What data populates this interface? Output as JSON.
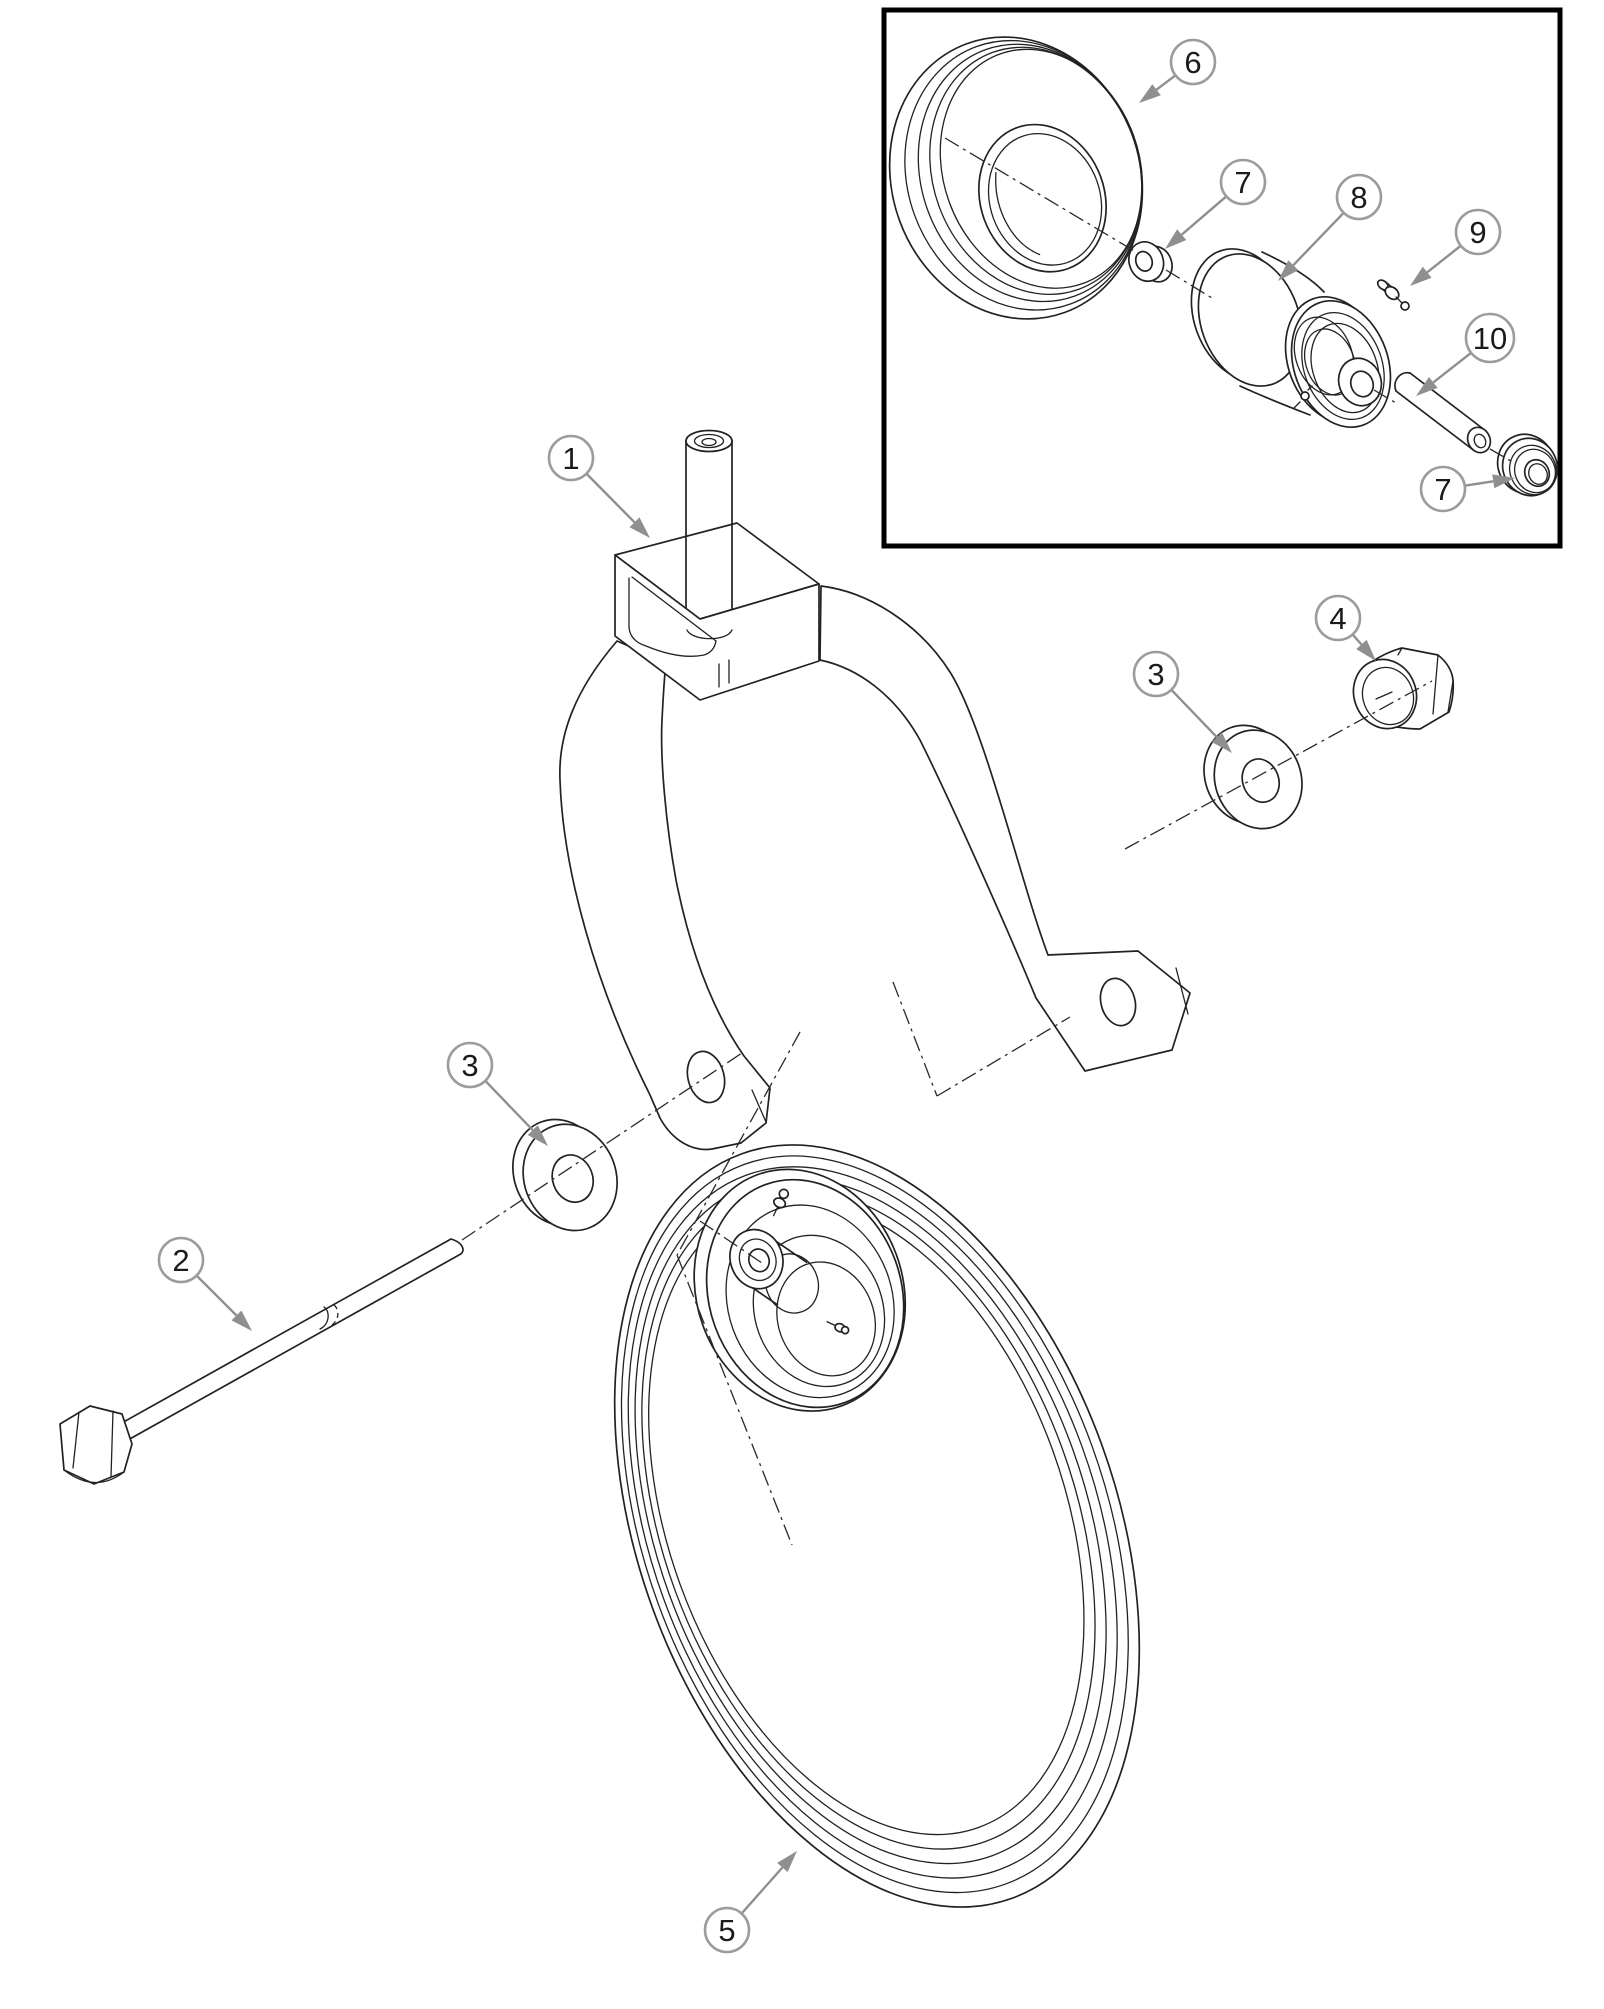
{
  "figure": {
    "kind": "exploded parts diagram",
    "subject": "caster wheel fork assembly",
    "background_color": "#ffffff",
    "line_color": "#222222",
    "centerline_color": "#2a2a2a",
    "callout_ring_color": "#9c9c9c",
    "leader_color": "#8f8f8f",
    "number_color": "#1b1b1b",
    "inset_border_color": "#000000"
  },
  "callouts": {
    "c1": {
      "label": "1",
      "target": "fork-yoke"
    },
    "c2": {
      "label": "2",
      "target": "hex-bolt"
    },
    "c3a": {
      "label": "3",
      "target": "flat-washer-left"
    },
    "c3b": {
      "label": "3",
      "target": "flat-washer-right"
    },
    "c4": {
      "label": "4",
      "target": "lock-nut"
    },
    "c5": {
      "label": "5",
      "target": "wheel-tire-assembly"
    },
    "c6": {
      "label": "6",
      "target": "tire"
    },
    "c7a": {
      "label": "7",
      "target": "bearing-inner"
    },
    "c7b": {
      "label": "7",
      "target": "bearing-outer"
    },
    "c8": {
      "label": "8",
      "target": "wheel-hub"
    },
    "c9": {
      "label": "9",
      "target": "grease-fitting"
    },
    "c10": {
      "label": "10",
      "target": "axle-spacer"
    }
  }
}
